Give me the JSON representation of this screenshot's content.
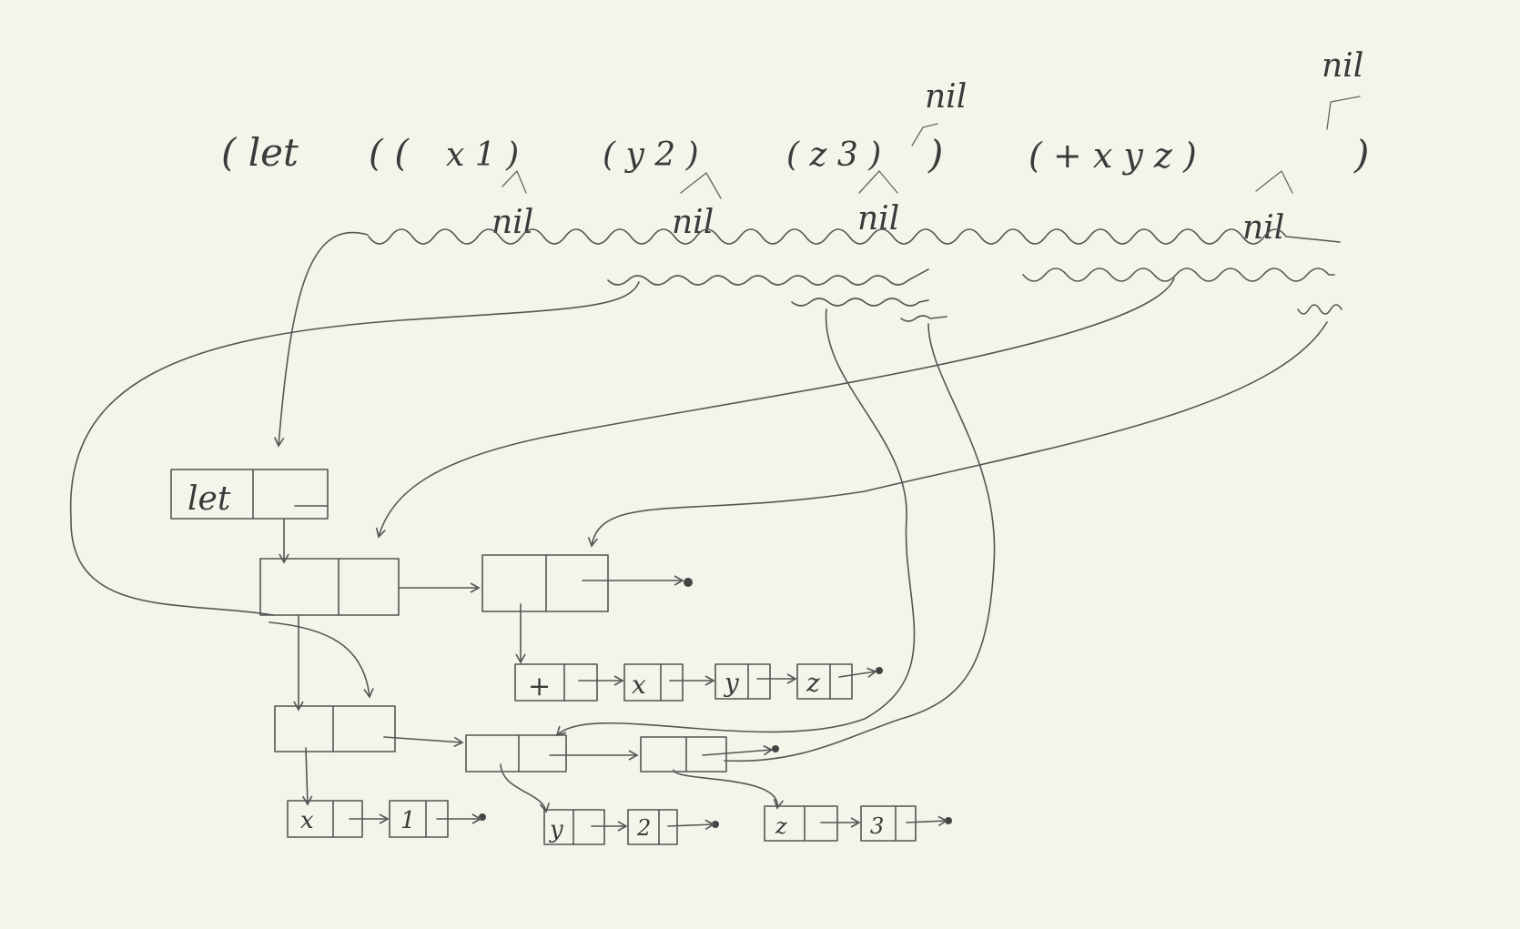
{
  "expression": {
    "open_let": "( let",
    "bindings_open": "( (",
    "binding_x": "x  1 )",
    "binding_y": "( y  2 )",
    "binding_z": "( z  3 )",
    "bindings_close": ")",
    "body": "( +  x   y  z )",
    "close": ")"
  },
  "nil_labels": [
    "nil",
    "nil",
    "nil",
    "nil",
    "nil",
    "nil"
  ],
  "cells": {
    "let": "let",
    "plus": "+",
    "x": "x",
    "y": "y",
    "z": "z",
    "one": "1",
    "two": "2",
    "three": "3"
  }
}
